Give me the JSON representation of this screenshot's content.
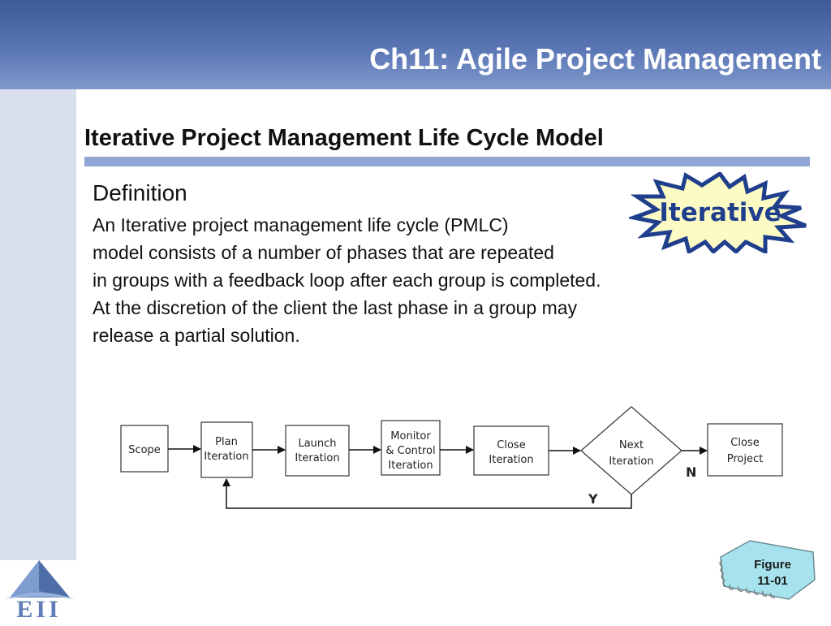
{
  "header": {
    "title": "Ch11: Agile Project Management"
  },
  "section": {
    "title": "Iterative Project Management Life Cycle Model"
  },
  "definition": {
    "heading": "Definition",
    "lines": [
      "An Iterative project management life cycle (PMLC)",
      "model consists of a number of phases  that are repeated",
      "in groups with a feedback loop after each group is completed.",
      "At the discretion of the client the last phase in a group may",
      "release a partial solution."
    ]
  },
  "badge": {
    "label": "Iterative",
    "fill": "#fdfbc4",
    "stroke": "#1f3e8c"
  },
  "flow": {
    "scope": [
      "Scope"
    ],
    "plan": [
      "Plan",
      "Iteration"
    ],
    "launch": [
      "Launch",
      "Iteration"
    ],
    "monitor": [
      "Monitor",
      "& Control",
      "Iteration"
    ],
    "close_iter": [
      "Close",
      "Iteration"
    ],
    "next": [
      "Next",
      "Iteration"
    ],
    "close_project": [
      "Close",
      "Project"
    ],
    "label_no": "N",
    "label_yes": "Y"
  },
  "figure": {
    "line1": "Figure",
    "line2": "11-01"
  },
  "logo": {
    "text": "EII"
  },
  "colors": {
    "header": "#4a67a6",
    "rule": "#8fa5d3",
    "strip": "#d9dfec",
    "tag": "#a7e3ee"
  }
}
